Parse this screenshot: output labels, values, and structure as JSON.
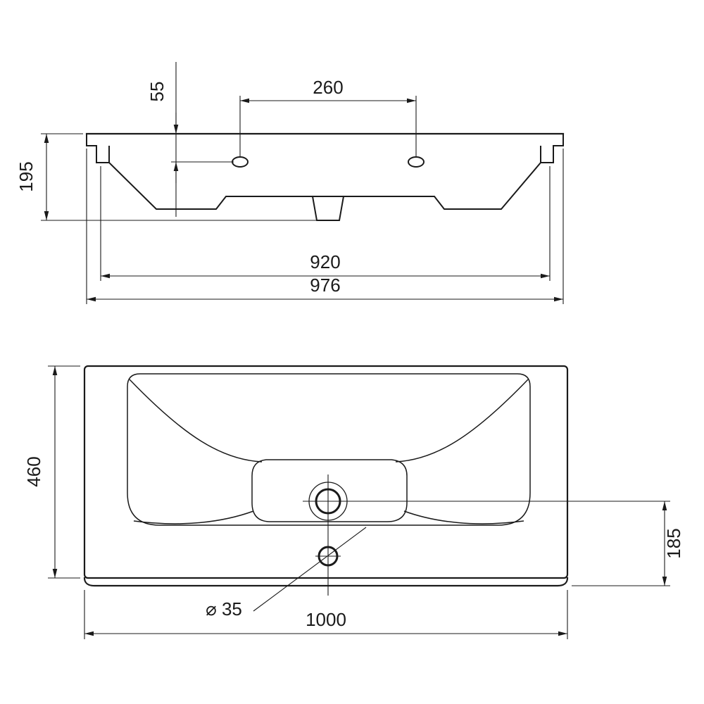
{
  "drawing": {
    "background_color": "#ffffff",
    "line_color": "#1a1a1a",
    "front_view": {
      "dim_hole_offset_from_rim": "55",
      "dim_faucet_hole_spacing": "260",
      "dim_overall_height": "195",
      "dim_inner_width": "920",
      "dim_overall_width": "976"
    },
    "plan_view": {
      "dim_overall_depth": "460",
      "dim_drain_to_front_edge": "185",
      "dim_overall_width": "1000",
      "dim_faucet_hole_diameter": "⌀ 35"
    }
  }
}
